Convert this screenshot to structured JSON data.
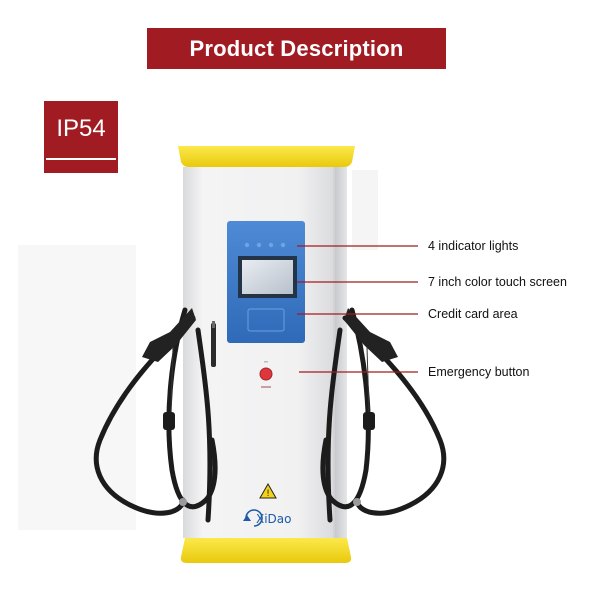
{
  "header": {
    "title": "Product Description"
  },
  "badge": {
    "rating": "IP54"
  },
  "product": {
    "brand": "XiDao"
  },
  "callouts": [
    {
      "label": "4 indicator lights"
    },
    {
      "label": "7 inch color touch screen"
    },
    {
      "label": "Credit card area"
    },
    {
      "label": "Emergency button"
    }
  ],
  "colors": {
    "accent_red": "#a11c22",
    "cap_yellow": "#f7de1f",
    "panel_blue": "#3a78c8",
    "cable_black": "#1c1c1c"
  }
}
